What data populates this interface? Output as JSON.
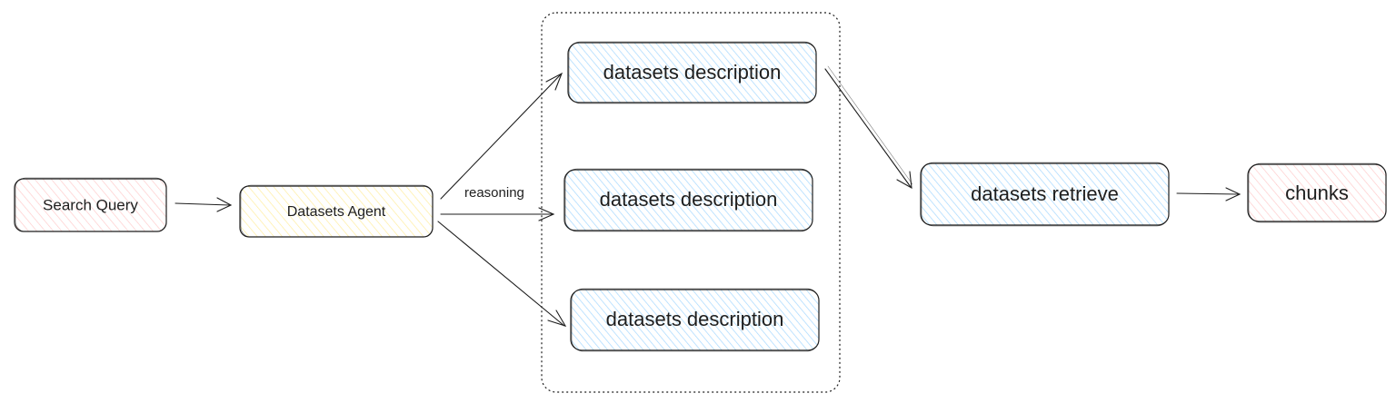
{
  "colors": {
    "pink_fill": "#ffc9c9",
    "yellow_fill": "#fff3bf",
    "blue_fill": "#a5d8ff",
    "stroke": "#1e1e1e"
  },
  "nodes": {
    "search_query": "Search Query",
    "datasets_agent": "Datasets Agent",
    "description_1": "datasets description",
    "description_2": "datasets description",
    "description_3": "datasets description",
    "datasets_retrieve": "datasets retrieve",
    "chunks": "chunks"
  },
  "edges": {
    "agent_to_middle_label": "reasoning"
  }
}
